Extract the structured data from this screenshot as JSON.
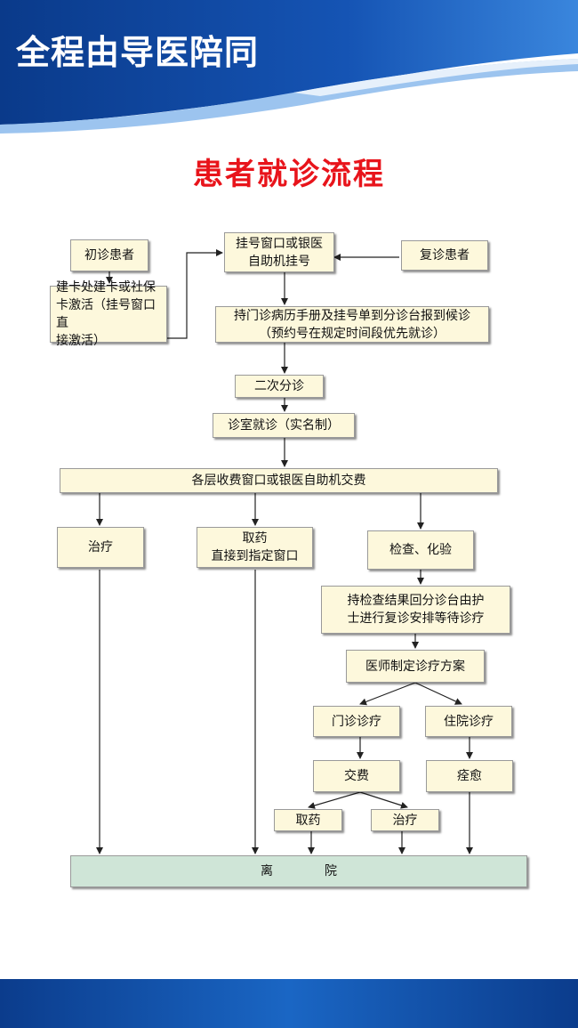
{
  "header": {
    "title": "全程由导医陪同"
  },
  "main_title": "患者就诊流程",
  "colors": {
    "header_blue": "#0b3c8c",
    "title_red": "#e8141b",
    "box_fill": "#fdf8dc",
    "discharge_fill": "#cfe5d7"
  },
  "flow": {
    "first_visit": "初诊患者",
    "card_activation": "建卡处建卡或社保\n卡激活（挂号窗口直\n接激活）",
    "registration": "挂号窗口或银医\n自助机挂号",
    "return_visit": "复诊患者",
    "triage_report": "持门诊病历手册及挂号单到分诊台报到候诊\n（预约号在规定时间段优先就诊）",
    "secondary_triage": "二次分诊",
    "consultation": "诊室就诊（实名制）",
    "payment": "各层收费窗口或银医自助机交费",
    "treatment": "治疗",
    "pick_medicine_direct": "取药\n直接到指定窗口",
    "exam_lab": "检查、化验",
    "results_return": "持检查结果回分诊台由护\n士进行复诊安排等待诊疗",
    "treatment_plan": "医师制定诊疗方案",
    "outpatient_treatment": "门诊诊疗",
    "inpatient_treatment": "住院诊疗",
    "pay_fee": "交费",
    "recovery": "痊愈",
    "pick_medicine": "取药",
    "treatment2": "治疗",
    "discharge": "离院"
  }
}
